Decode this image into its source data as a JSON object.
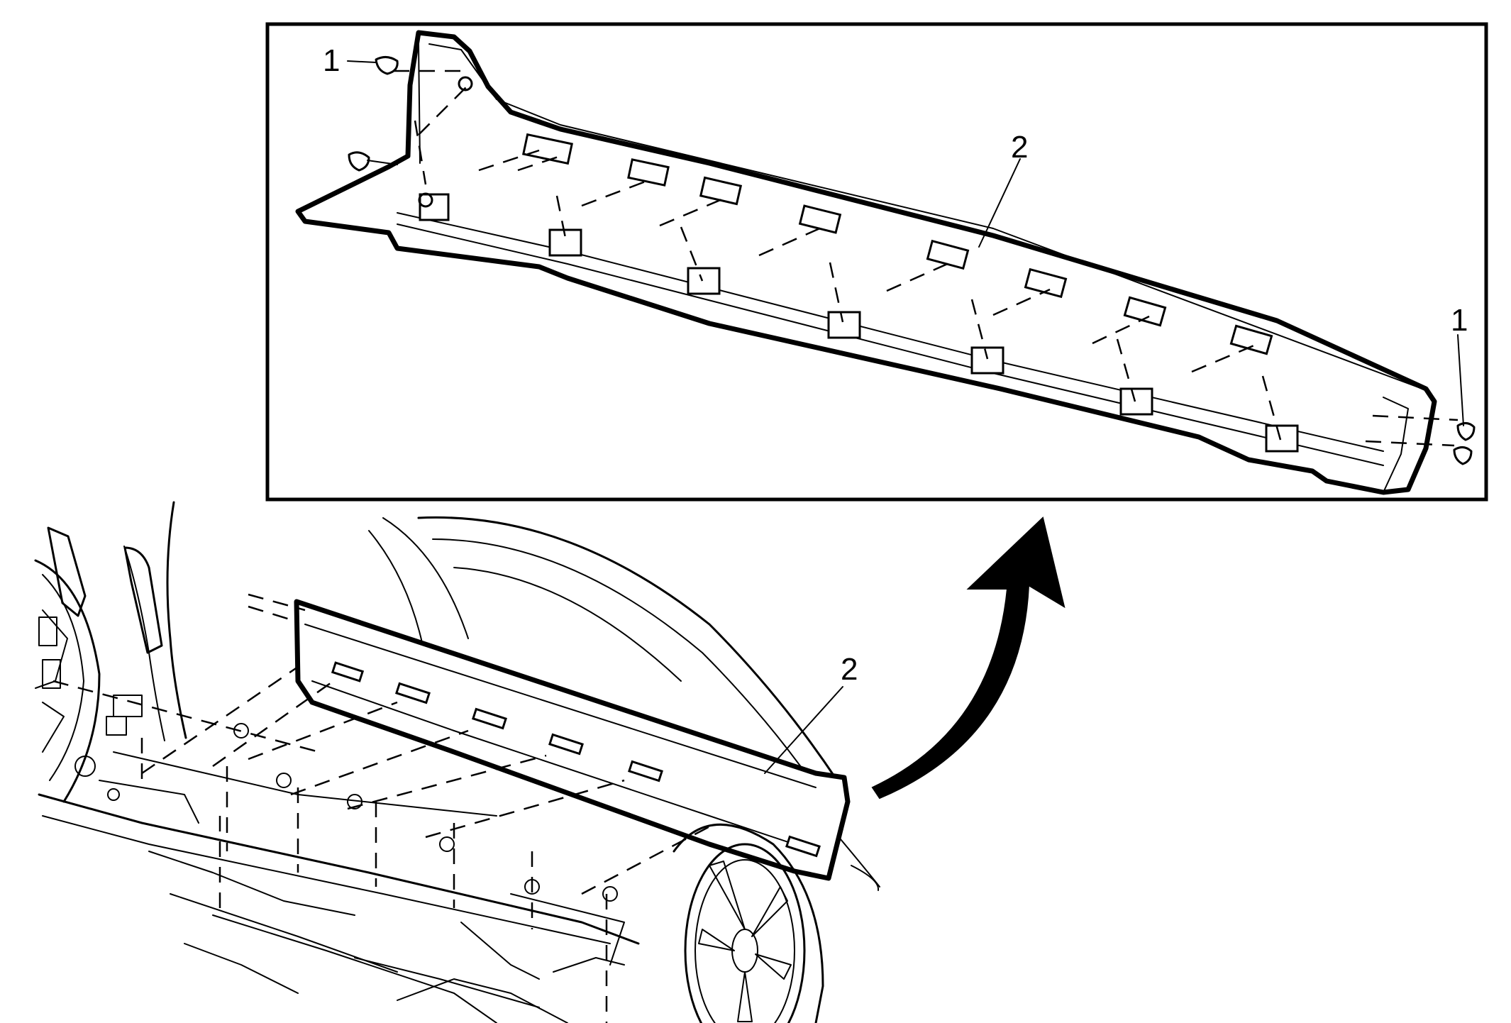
{
  "callouts": {
    "fastener_top_left": "1",
    "fastener_right": "1",
    "panel_detail": "2",
    "panel_vehicle": "2"
  },
  "icons": {
    "detail_arrow": "curved-arrow-icon"
  }
}
